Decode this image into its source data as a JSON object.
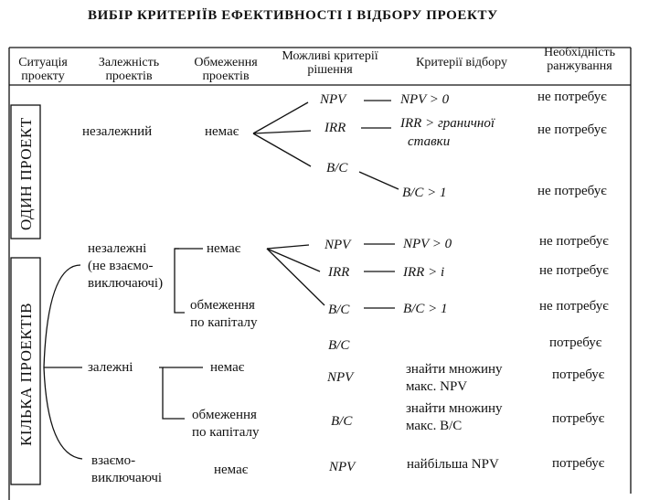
{
  "title": "ВИБІР КРИТЕРІЇВ ЕФЕКТИВНОСТІ І ВІДБОРУ ПРОЕКТУ",
  "headers": {
    "situation": [
      "Ситуація",
      "проекту"
    ],
    "dependence": [
      "Залежність",
      "проектів"
    ],
    "limits": [
      "Обмеження",
      "проектів"
    ],
    "criteria": [
      "Можливі критерії",
      "рішення"
    ],
    "selection": "Критерії відбору",
    "ranking": [
      "Необхідність",
      "ранжування"
    ]
  },
  "groups": {
    "single": "ОДИН ПРОЕКТ",
    "multiple": "КІЛЬКА ПРОЕКТІВ"
  },
  "single": {
    "dependence": "незалежний",
    "limit": "немає",
    "rows": [
      {
        "criterion": "NPV",
        "selection": "NPV > 0",
        "ranking": "не потребує"
      },
      {
        "criterion": "IRR",
        "selection": [
          "IRR > граничної",
          "ставки"
        ],
        "ranking": "не потребує"
      },
      {
        "criterion": "B/C",
        "selection": "B/C > 1",
        "ranking": "не потребує"
      }
    ]
  },
  "multiple": {
    "independent": {
      "label": [
        "незалежні",
        "(не взаємо-",
        "виключаючі)"
      ],
      "limit_none": "немає",
      "limit_capital": [
        "обмеження",
        "по капіталу"
      ],
      "rows": [
        {
          "criterion": "NPV",
          "selection": "NPV > 0",
          "ranking": "не потребує"
        },
        {
          "criterion": "IRR",
          "selection": "IRR > i",
          "ranking": "не потребує"
        },
        {
          "criterion": "B/C",
          "selection": "B/C > 1",
          "ranking": "не потребує"
        },
        {
          "criterion": "B/C",
          "selection": "",
          "ranking": "потребує"
        }
      ]
    },
    "dependent": {
      "label": "залежні",
      "limit_none": "немає",
      "limit_capital": [
        "обмеження",
        "по капіталу"
      ],
      "rows": [
        {
          "criterion": "NPV",
          "selection": [
            "знайти множину",
            "макс. NPV"
          ],
          "ranking": "потребує"
        },
        {
          "criterion": "B/C",
          "selection": [
            "знайти множину",
            "макс. B/C"
          ],
          "ranking": "потребує"
        }
      ]
    },
    "exclusive": {
      "label": [
        "взаємо-",
        "виключаючі"
      ],
      "limit": "немає",
      "rows": [
        {
          "criterion": "NPV",
          "selection": "найбільша NPV",
          "ranking": "потребує"
        }
      ]
    }
  }
}
